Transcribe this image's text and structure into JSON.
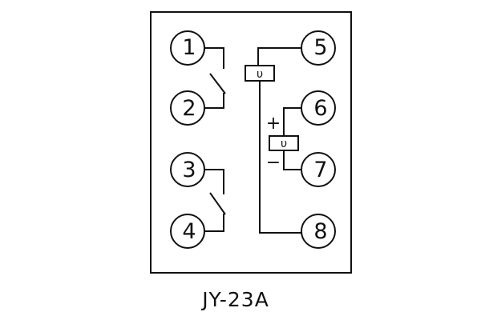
{
  "diagram": {
    "model": "JY-23A",
    "terminals": [
      "1",
      "2",
      "3",
      "4",
      "5",
      "6",
      "7",
      "8"
    ],
    "polarity": {
      "plus": "+",
      "minus": "−"
    },
    "contact_symbol": "υ"
  }
}
